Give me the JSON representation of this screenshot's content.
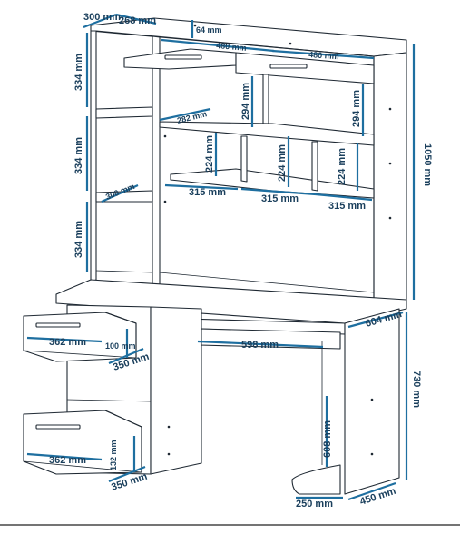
{
  "dimension_labels": {
    "top_depth": "300 mm",
    "top_width": "268 mm",
    "top_thickness": "64 mm",
    "shelf_width_left": "480 mm",
    "shelf_width_right": "480 mm",
    "left_height_1": "334 mm",
    "left_height_2": "334 mm",
    "left_height_3": "334 mm",
    "shelf_depth_mid": "282 mm",
    "upper_height_left": "294 mm",
    "upper_height_right": "294 mm",
    "total_height": "1050 mm",
    "cubby_height_1": "224 mm",
    "cubby_height_2": "224 mm",
    "cubby_height_3": "224 mm",
    "left_shelf_depth": "300 mm",
    "cubby_width_1": "315 mm",
    "cubby_width_2": "315 mm",
    "cubby_width_3": "315 mm",
    "desk_depth": "604 mm",
    "drawer1_width": "362 mm",
    "drawer1_height": "100 mm",
    "drawer1_depth": "350 mm",
    "kneespace_width": "598 mm",
    "desk_height": "730 mm",
    "kneespace_height": "608 mm",
    "drawer2_width": "362 mm",
    "drawer2_height": "132 mm",
    "drawer2_depth": "350 mm",
    "base_depth_left": "250 mm",
    "base_depth_right": "450 mm"
  }
}
